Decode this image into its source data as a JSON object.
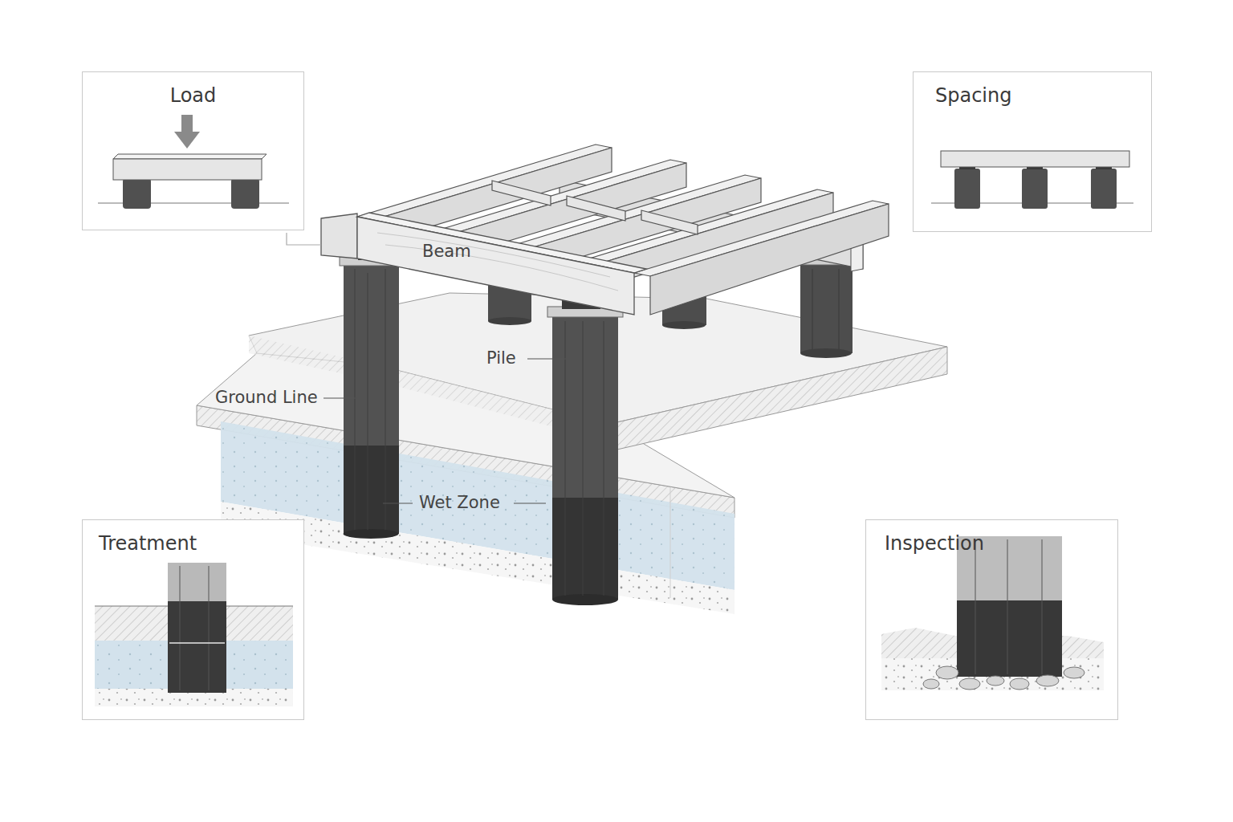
{
  "diagram": {
    "nodes": [
      {
        "text": [
          "Load"
        ]
      },
      {
        "text": [
          "Spacing"
        ]
      },
      {
        "text": [
          "Treatment"
        ]
      },
      {
        "text": [
          "Inspection"
        ]
      }
    ],
    "labels": [
      "Beam",
      "Pile",
      "Ground Line",
      "Wet Zone"
    ]
  }
}
